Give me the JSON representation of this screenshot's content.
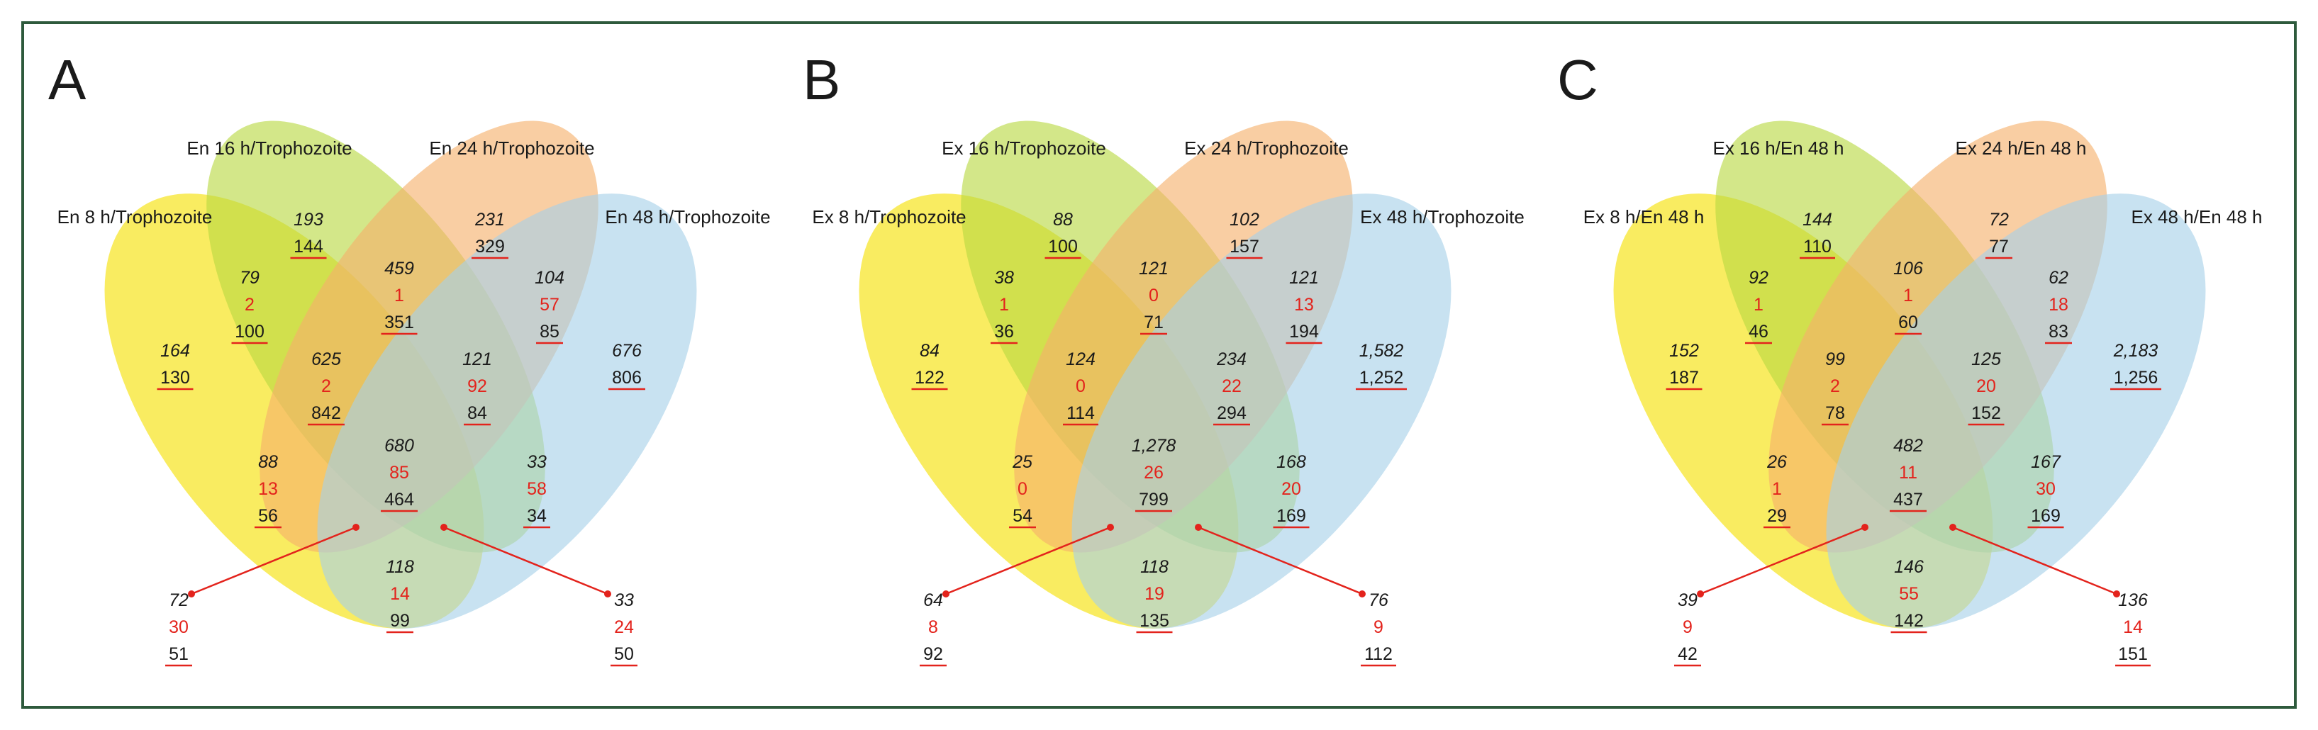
{
  "colors": {
    "yellow": "#f6e000",
    "green": "#b8d840",
    "orange": "#f6b06a",
    "blue": "#a6d0e8",
    "red_text": "#e3231c",
    "frame": "#2e5a3c"
  },
  "panels": [
    {
      "letter": "A",
      "labels": [
        "En 8 h/Trophozoite",
        "En 16 h/Trophozoite",
        "En 24 h/Trophozoite",
        "En 48 h/Trophozoite"
      ],
      "regions": {
        "s1": [
          "164",
          "130"
        ],
        "s2": [
          "193",
          "144"
        ],
        "s3": [
          "231",
          "329"
        ],
        "s4": [
          "676",
          "806"
        ],
        "s12": [
          "79",
          "2",
          "100"
        ],
        "s23": [
          "459",
          "1",
          "351"
        ],
        "s34": [
          "104",
          "57",
          "85"
        ],
        "s13": [
          "625",
          "2",
          "842"
        ],
        "s24": [
          "121",
          "92",
          "84"
        ],
        "s14": [
          "118",
          "14",
          "99"
        ],
        "s123": [
          "88",
          "13",
          "56"
        ],
        "s234": [
          "33",
          "58",
          "34"
        ],
        "s1234": [
          "680",
          "85",
          "464"
        ],
        "s124": [
          "72",
          "30",
          "51"
        ],
        "s134": [
          "33",
          "24",
          "50"
        ]
      }
    },
    {
      "letter": "B",
      "labels": [
        "Ex 8 h/Trophozoite",
        "Ex 16 h/Trophozoite",
        "Ex 24 h/Trophozoite",
        "Ex 48 h/Trophozoite"
      ],
      "regions": {
        "s1": [
          "84",
          "122"
        ],
        "s2": [
          "88",
          "100"
        ],
        "s3": [
          "102",
          "157"
        ],
        "s4": [
          "1,582",
          "1,252"
        ],
        "s12": [
          "38",
          "1",
          "36"
        ],
        "s23": [
          "121",
          "0",
          "71"
        ],
        "s34": [
          "121",
          "13",
          "194"
        ],
        "s13": [
          "124",
          "0",
          "114"
        ],
        "s24": [
          "234",
          "22",
          "294"
        ],
        "s14": [
          "118",
          "19",
          "135"
        ],
        "s123": [
          "25",
          "0",
          "54"
        ],
        "s234": [
          "168",
          "20",
          "169"
        ],
        "s1234": [
          "1,278",
          "26",
          "799"
        ],
        "s124": [
          "64",
          "8",
          "92"
        ],
        "s134": [
          "76",
          "9",
          "112"
        ]
      }
    },
    {
      "letter": "C",
      "labels": [
        "Ex 8 h/En 48 h",
        "Ex 16 h/En 48 h",
        "Ex 24 h/En 48 h",
        "Ex 48 h/En 48 h"
      ],
      "regions": {
        "s1": [
          "152",
          "187"
        ],
        "s2": [
          "144",
          "110"
        ],
        "s3": [
          "72",
          "77"
        ],
        "s4": [
          "2,183",
          "1,256"
        ],
        "s12": [
          "92",
          "1",
          "46"
        ],
        "s23": [
          "106",
          "1",
          "60"
        ],
        "s34": [
          "62",
          "18",
          "83"
        ],
        "s13": [
          "99",
          "2",
          "78"
        ],
        "s24": [
          "125",
          "20",
          "152"
        ],
        "s14": [
          "146",
          "55",
          "142"
        ],
        "s123": [
          "26",
          "1",
          "29"
        ],
        "s234": [
          "167",
          "30",
          "169"
        ],
        "s1234": [
          "482",
          "11",
          "437"
        ],
        "s124": [
          "39",
          "9",
          "42"
        ],
        "s134": [
          "136",
          "14",
          "151"
        ]
      }
    }
  ]
}
